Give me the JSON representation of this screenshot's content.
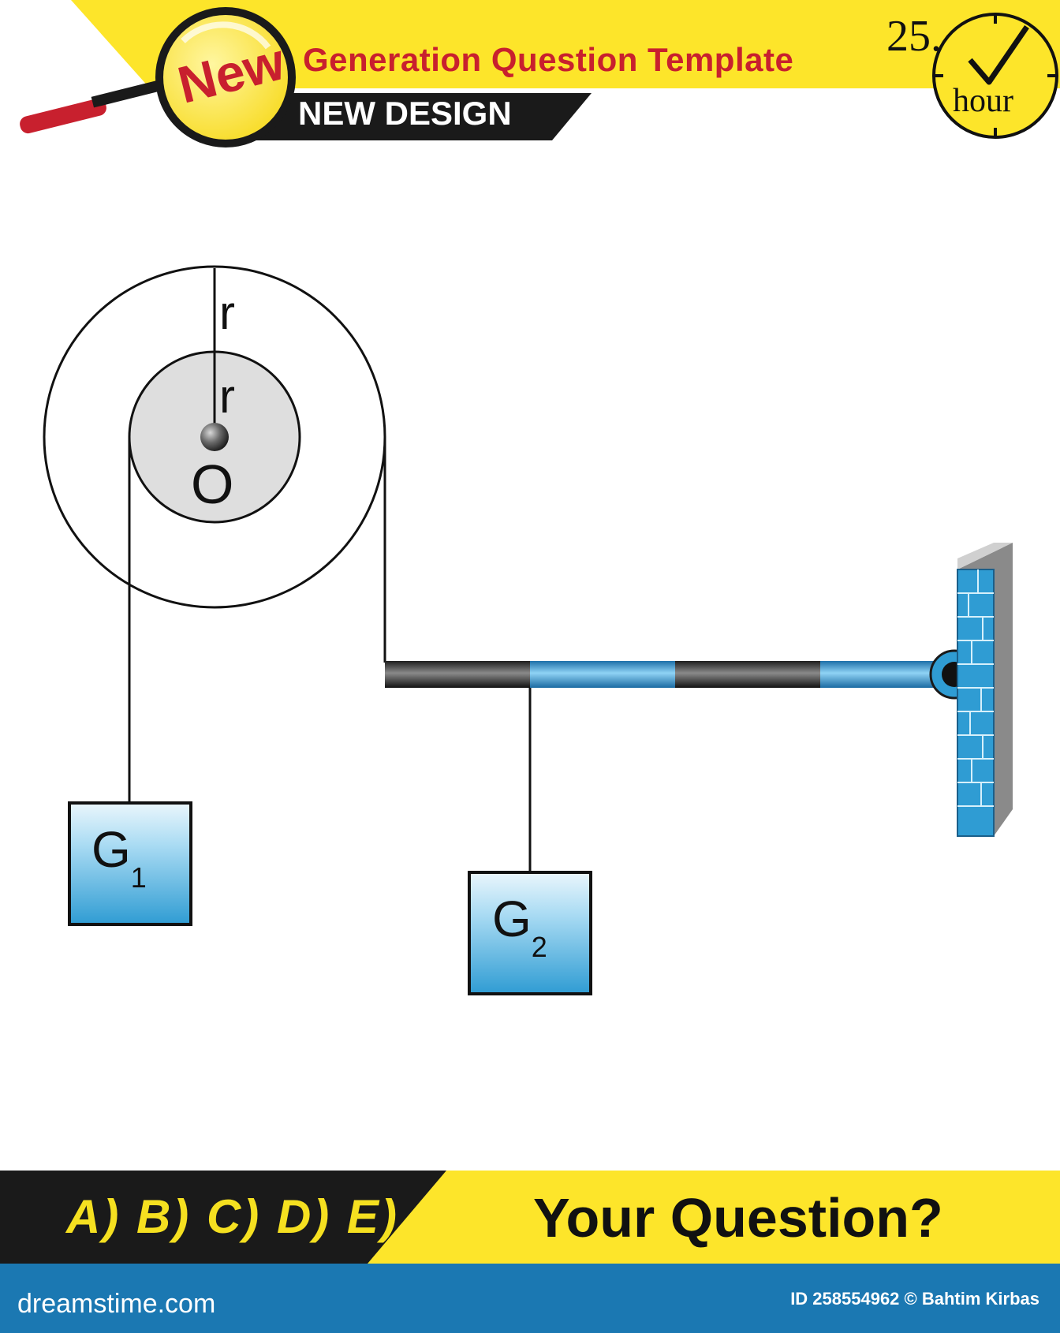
{
  "header": {
    "badge": "New",
    "title": "Generation Question Template",
    "subtitle": "NEW DESIGN",
    "clock_number": "25.",
    "clock_unit": "hour"
  },
  "diagram": {
    "outer_radius_label": "r",
    "inner_radius_label": "r",
    "center_label": "O",
    "weight1": {
      "letter": "G",
      "subscript": "1"
    },
    "weight2": {
      "letter": "G",
      "subscript": "2"
    }
  },
  "footer": {
    "answers": "A) B) C) D) E)",
    "question": "Your Question?"
  },
  "watermark": {
    "site": "dreamstime.com",
    "credit": "ID 258554962 © Bahtim Kirbas"
  },
  "colors": {
    "yellow": "#fde52a",
    "red": "#c8202e",
    "dark": "#1a1a1a",
    "blue": "#2f9cd3",
    "footer_blue": "#1b78b2",
    "hub_gray": "#dedede"
  }
}
